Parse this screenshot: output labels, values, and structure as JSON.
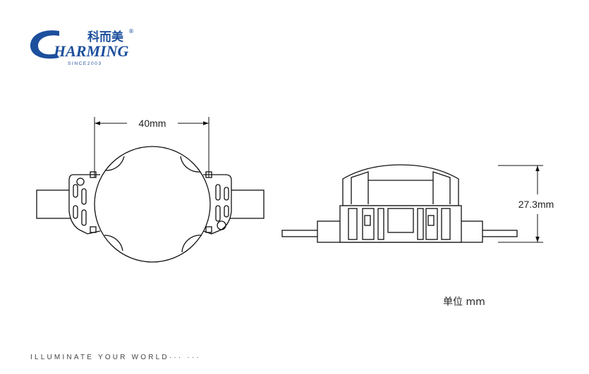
{
  "brand": {
    "chinese_name": "科而美",
    "registered_mark": "®",
    "name_initial": "C",
    "name_rest": "HARMING",
    "since": "SINCE2003",
    "color": "#1c4f9c"
  },
  "drawing": {
    "width_dimension": "40mm",
    "height_dimension": "27.3mm",
    "unit_label": "单位 mm",
    "line_color": "#111111"
  },
  "footer": {
    "slogan": "ILLUMINATE YOUR WORLD··· ···"
  }
}
